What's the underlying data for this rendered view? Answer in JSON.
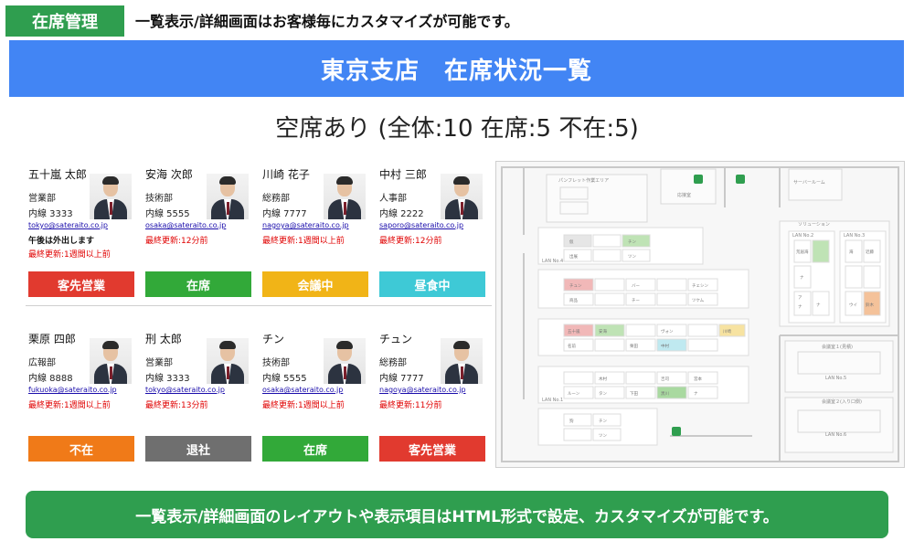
{
  "header": {
    "badge": "在席管理",
    "caption": "一覧表示/詳細画面はお客様毎にカスタマイズが可能です。",
    "title": "東京支店　在席状況一覧",
    "summary": "空席あり (全体:10 在席:5 不在:5)"
  },
  "members": [
    {
      "name": "五十嵐 太郎",
      "dept": "営業部",
      "ext": "内線 3333",
      "email": "tokyo@sateraito.co.jp",
      "note": "午後は外出します",
      "updated": "最終更新:1週間以上前",
      "status": "客先営業",
      "status_color": "#e13a2f"
    },
    {
      "name": "安海 次郎",
      "dept": "技術部",
      "ext": "内線 5555",
      "email": "osaka@sateraito.co.jp",
      "note": "",
      "updated": "最終更新:12分前",
      "status": "在席",
      "status_color": "#32a939"
    },
    {
      "name": "川崎 花子",
      "dept": "総務部",
      "ext": "内線 7777",
      "email": "nagoya@sateraito.co.jp",
      "note": "",
      "updated": "最終更新:1週間以上前",
      "status": "会議中",
      "status_color": "#f1b417"
    },
    {
      "name": "中村 三郎",
      "dept": "人事部",
      "ext": "内線 2222",
      "email": "saporo@sateraito.co.jp",
      "note": "",
      "updated": "最終更新:12分前",
      "status": "昼食中",
      "status_color": "#3ec9d6"
    },
    {
      "name": "栗原 四郎",
      "dept": "広報部",
      "ext": "内線 8888",
      "email": "fukuoka@sateraito.co.jp",
      "note": "",
      "updated": "最終更新:1週間以上前",
      "status": "不在",
      "status_color": "#f07a18"
    },
    {
      "name": "刑 太郎",
      "dept": "営業部",
      "ext": "内線 3333",
      "email": "tokyo@sateraito.co.jp",
      "note": "",
      "updated": "最終更新:13分前",
      "status": "退社",
      "status_color": "#6f6f6f"
    },
    {
      "name": "チン",
      "dept": "技術部",
      "ext": "内線 5555",
      "email": "osaka@sateraito.co.jp",
      "note": "",
      "updated": "最終更新:1週間以上前",
      "status": "在席",
      "status_color": "#32a939"
    },
    {
      "name": "チュン",
      "dept": "総務部",
      "ext": "内線 7777",
      "email": "nagoya@sateraito.co.jp",
      "note": "",
      "updated": "最終更新:11分前",
      "status": "客先営業",
      "status_color": "#e13a2f"
    }
  ],
  "floor": {
    "rooms": {
      "pamphlet": "パンフレット作業エリア",
      "server": "サーバールーム",
      "meeting": "応接室",
      "solution": "ソリューション",
      "mtg1": "会議室１(見積)",
      "mtg2": "会議室２(入り口側)",
      "lan5": "LAN No.5",
      "lan6": "LAN No.6",
      "lan2": "LAN No.2",
      "lan3": "LAN No.3",
      "lan4": "LAN No.4",
      "lan1": "LAN No.1"
    },
    "seats_row1": [
      "仮",
      "",
      "チン",
      "出展",
      "",
      "ツン"
    ],
    "seats_row2": [
      "",
      "チュン",
      "",
      "バー",
      "",
      "チェシン",
      "",
      "商品",
      "",
      "チー",
      "",
      "ツケム"
    ],
    "seats_row3": [
      "五十嵐",
      "安海",
      "",
      "ヴォン",
      "",
      "川崎",
      "名前",
      "",
      "栗田",
      "",
      "中村",
      ""
    ],
    "seats_row4": [
      "",
      "木村",
      "",
      "吉司",
      "",
      "宮本",
      "ルーン",
      "タン",
      "下田",
      "",
      "黒川",
      "ナ"
    ],
    "seats_row5": [
      "狗",
      "",
      "チン",
      "",
      "",
      "ツン"
    ],
    "seats_solution": [
      "荒居海",
      "",
      "ナ",
      "",
      "ア",
      "ナ",
      "ナ",
      "",
      "海",
      "近藤",
      "",
      "",
      "ウイ",
      "鈴木"
    ]
  },
  "footer": {
    "banner": "一覧表示/詳細画面のレイアウトや表示項目はHTML形式で設定、カスタマイズが可能です。"
  }
}
